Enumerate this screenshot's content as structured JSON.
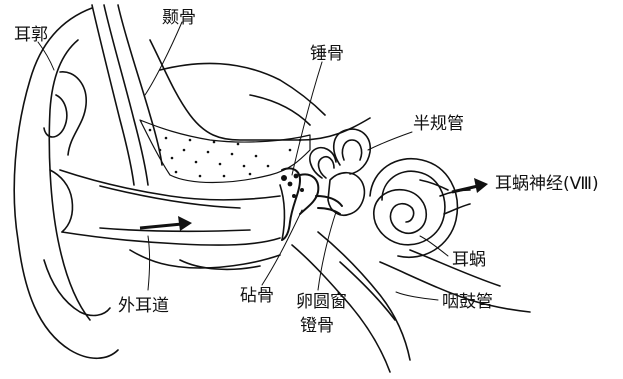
{
  "labels": {
    "auricle": "耳郭",
    "temporal_bone": "颞骨",
    "malleus": "锤骨",
    "semicircular_canals": "半规管",
    "cochlear_nerve": "耳蜗神经(Ⅷ)",
    "cochlea": "耳蜗",
    "external_canal": "外耳道",
    "incus": "砧骨",
    "oval_window": "卵圆窗",
    "stapes": "镫骨",
    "eustachian_tube": "咽鼓管"
  },
  "colors": {
    "ink": "#111111",
    "paper": "#ffffff"
  }
}
